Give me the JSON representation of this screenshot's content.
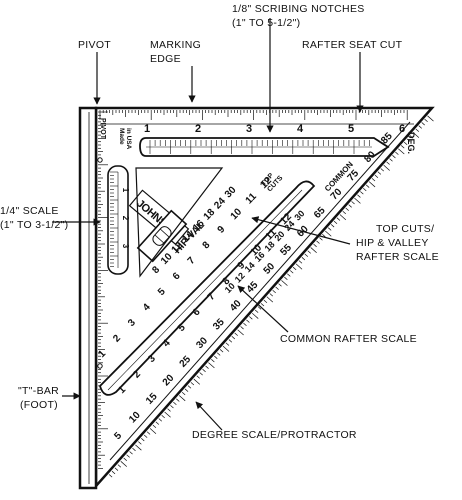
{
  "callouts": {
    "scribing_notches_line1": "1/8\" SCRIBING NOTCHES",
    "scribing_notches_line2": "(1\" TO 5-1/2\")",
    "pivot": "PIVOT",
    "marking_edge_line1": "MARKING",
    "marking_edge_line2": "EDGE",
    "rafter_seat_cut": "RAFTER SEAT CUT",
    "quarter_scale_line1": "1/4\" SCALE",
    "quarter_scale_line2": "(1\" TO 3-1/2\")",
    "top_cuts_line1": "TOP CUTS/",
    "top_cuts_line2": "HIP & VALLEY",
    "top_cuts_line3": "RAFTER SCALE",
    "common_rafter_scale": "COMMON RAFTER SCALE",
    "t_bar_line1": "\"T\"-BAR",
    "t_bar_line2": "(FOOT)",
    "degree_scale": "DEGREE SCALE/PROTRACTOR"
  },
  "tool": {
    "pivot_text": "PIVOT",
    "made_in_line1": "Made",
    "made_in_line2": "in USA",
    "brand": "JOHNSON",
    "hip_val": "HIP-VAL",
    "top_cuts_line1": "TOP",
    "top_cuts_line2": "CUTS",
    "common": "COMMON",
    "deg": "DEG.",
    "inch_scale": [
      "1",
      "2",
      "3",
      "4",
      "5",
      "6"
    ],
    "quarter_scale": [
      "1",
      "2",
      "3"
    ],
    "degree_scale": [
      "5",
      "10",
      "15",
      "20",
      "25",
      "30",
      "35",
      "40",
      "45",
      "50",
      "55",
      "60",
      "65",
      "70",
      "75",
      "80",
      "85"
    ],
    "common_scale": [
      "10",
      "12",
      "14",
      "16",
      "18",
      "20",
      "24",
      "30"
    ],
    "hip_scale": [
      "8",
      "10",
      "12",
      "14",
      "16",
      "18",
      "24",
      "30"
    ],
    "slot_upper_scale": [
      "1",
      "2",
      "3",
      "4",
      "5",
      "6",
      "7",
      "8",
      "9",
      "10",
      "11",
      "12"
    ],
    "slot_lower_scale": [
      "1",
      "2",
      "3",
      "4",
      "5",
      "6",
      "7",
      "8",
      "9",
      "10",
      "11",
      "12"
    ]
  }
}
